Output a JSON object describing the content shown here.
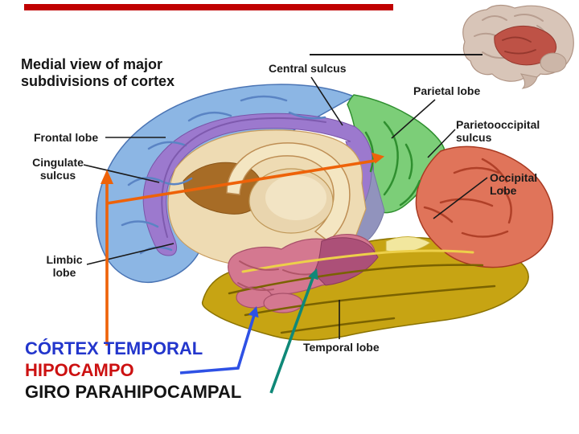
{
  "slide": {
    "title": "Medial view of major\nsubdivisions of cortex",
    "labels": {
      "central_sulcus": "Central sulcus",
      "parietal_lobe": "Parietal lobe",
      "parietooccipital_sulcus": "Parietooccipital\nsulcus",
      "occipital_lobe": "Occipital\nLobe",
      "frontal_lobe": "Frontal lobe",
      "cingulate_sulcus": "Cingulate\nsulcus",
      "limbic_lobe": "Limbic\nlobe",
      "temporal_lobe": "Temporal lobe"
    },
    "annotations": {
      "cortex_temporal": "CÓRTEX TEMPORAL",
      "hipocampo": "HIPOCAMPO",
      "giro_parahipocampal": "GIRO PARAHIPOCAMPAL"
    },
    "colors": {
      "top_bar": "#c00000",
      "cortex_temporal_text": "#2336cc",
      "hipocampo_text": "#cc1111",
      "giro_text": "#141414",
      "frontal_blue": "#8cb6e4",
      "parietal_green": "#7cce78",
      "occipital_red": "#e0745a",
      "temporal_yellow": "#c7a413",
      "cingulate_purple": "#9c79ce",
      "hippocampus_pink": "#d47890",
      "inner_tan": "#eedbb3",
      "orange_arrow": "#ee6209",
      "blue_arrow": "#2e51e5",
      "teal_arrow": "#0f8878"
    }
  }
}
